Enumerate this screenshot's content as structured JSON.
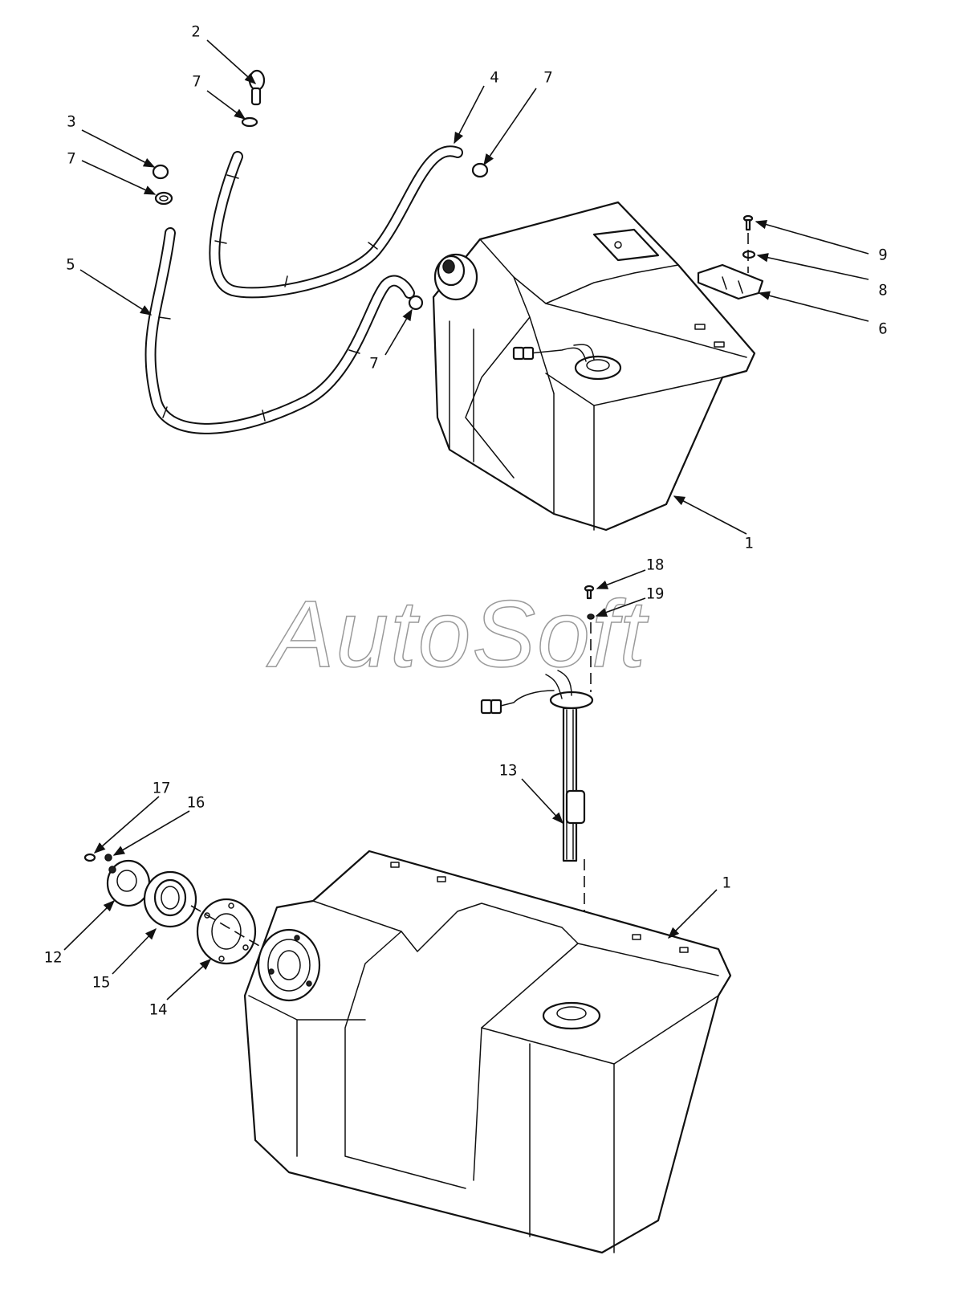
{
  "watermark": "AutoSoft",
  "callouts": [
    {
      "id": "c2",
      "label": "2"
    },
    {
      "id": "c7a",
      "label": "7"
    },
    {
      "id": "c3",
      "label": "3"
    },
    {
      "id": "c7b",
      "label": "7"
    },
    {
      "id": "c4",
      "label": "4"
    },
    {
      "id": "c7c",
      "label": "7"
    },
    {
      "id": "c5",
      "label": "5"
    },
    {
      "id": "c7d",
      "label": "7"
    },
    {
      "id": "c9",
      "label": "9"
    },
    {
      "id": "c8",
      "label": "8"
    },
    {
      "id": "c6",
      "label": "6"
    },
    {
      "id": "c1a",
      "label": "1"
    },
    {
      "id": "c18",
      "label": "18"
    },
    {
      "id": "c19",
      "label": "19"
    },
    {
      "id": "c13",
      "label": "13"
    },
    {
      "id": "c17",
      "label": "17"
    },
    {
      "id": "c16",
      "label": "16"
    },
    {
      "id": "c12",
      "label": "12"
    },
    {
      "id": "c15",
      "label": "15"
    },
    {
      "id": "c14",
      "label": "14"
    },
    {
      "id": "c1b",
      "label": "1"
    }
  ]
}
